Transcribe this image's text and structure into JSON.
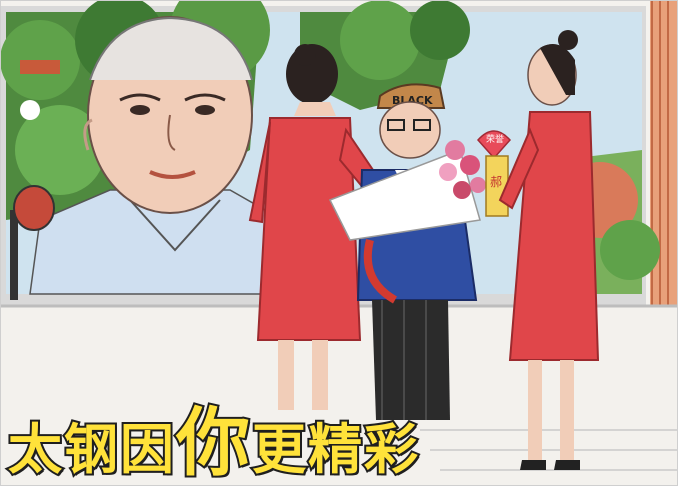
{
  "title": {
    "chars": [
      "太",
      "钢",
      "因",
      "你",
      "更",
      "精",
      "彩"
    ],
    "emphasis_index": 3
  },
  "cap_text": "BLACK",
  "certificate_text": "荣誉",
  "plaque_text": "郝",
  "colors": {
    "title_fill": "#ffe23a",
    "title_outline": "#1f1f1f",
    "dress": "#e0464a",
    "jacket": "#2f4ea3",
    "trousers": "#2b2b2b",
    "screen_frame": "#d9d9d9",
    "curtain": "#e8a17a",
    "foliage": "#4f8a3f"
  }
}
